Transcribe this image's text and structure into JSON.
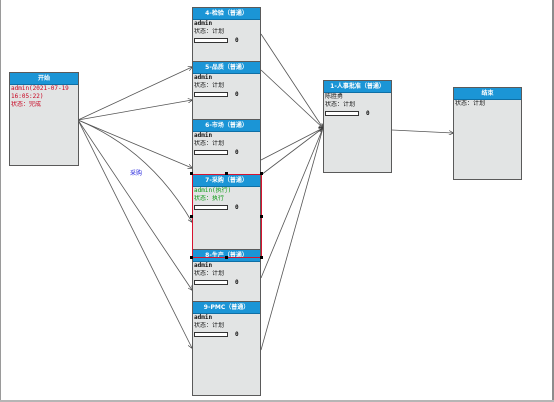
{
  "nodes": {
    "start": {
      "title": "开始",
      "lines": [
        "admin(2021-07-19",
        "16:05:22)"
      ],
      "status": "状态：完成"
    },
    "jianyan": {
      "title": "4-检验（普通）",
      "user": "admin",
      "status": "状态：计划",
      "count": "0",
      "progress": 0
    },
    "pinzhi": {
      "title": "5-品质（普通）",
      "user": "admin",
      "status": "状态：计划",
      "count": "0",
      "progress": 0
    },
    "shichang": {
      "title": "6-市场（普通）",
      "user": "admin",
      "status": "状态：计划",
      "count": "0",
      "progress": 0
    },
    "caigou": {
      "title": "7-采购（普通）",
      "user": "admin(执行)",
      "status": "状态：执行",
      "count": "0",
      "progress": 0
    },
    "shengchan": {
      "title": "8-生产（普通）",
      "user": "admin",
      "status": "状态：计划",
      "count": "0",
      "progress": 0
    },
    "pmc": {
      "title": "9-PMC（普通）",
      "user": "admin",
      "status": "状态：计划",
      "count": "0",
      "progress": 0
    },
    "renshi": {
      "title": "1-人事批准（普通）",
      "user": "陈胜勇",
      "status": "状态：计划",
      "count": "0",
      "progress": 0
    },
    "end": {
      "title": "结束",
      "status": "状态：计划"
    }
  },
  "edge_labels": {
    "caigou": "采购"
  },
  "colors": {
    "header": "#1b95d6",
    "node_bg": "#e2e4e4",
    "done": "#c8001e",
    "running": "#0a9a12"
  }
}
